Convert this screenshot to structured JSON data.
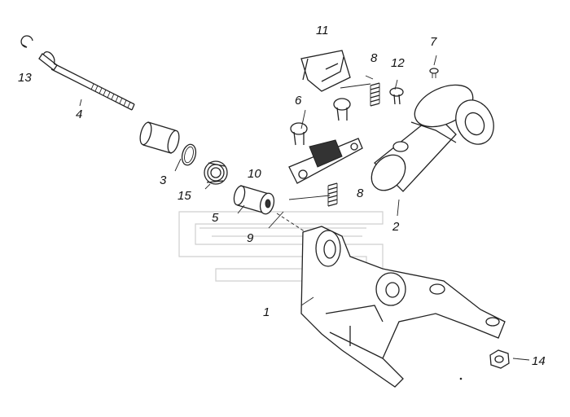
{
  "labels": {
    "l1": "1",
    "l2": "2",
    "l3": "3",
    "l4": "4",
    "l5": "5",
    "l6": "6",
    "l7": "7",
    "l8a": "8",
    "l8b": "8",
    "l9": "9",
    "l10": "10",
    "l11": "11",
    "l12": "12",
    "l13": "13",
    "l14": "14",
    "l15": "15"
  }
}
